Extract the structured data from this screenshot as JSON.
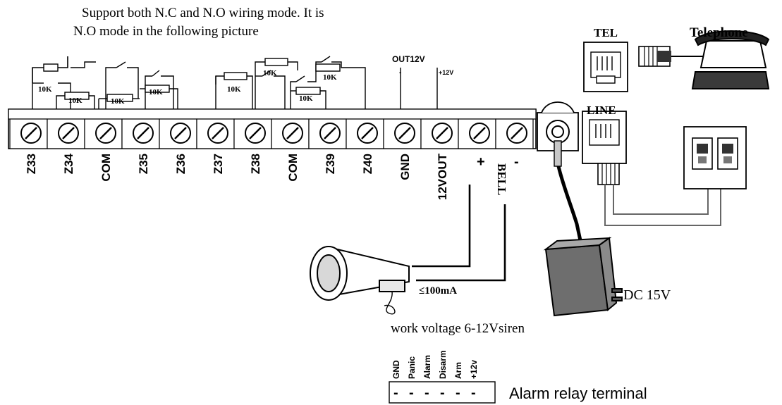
{
  "header": {
    "line1": "Support both N.C and N.O wiring mode. It is",
    "line2": "N.O mode in the following picture"
  },
  "resistor_label": "10K",
  "out12v": {
    "title": "OUT12V",
    "minus": "-",
    "plus": "+12V"
  },
  "terminals": [
    "Z33",
    "Z34",
    "COM",
    "Z35",
    "Z36",
    "Z37",
    "Z38",
    "COM",
    "Z39",
    "Z40",
    "GND",
    "12VOUT",
    "+",
    "-"
  ],
  "bell_label": "BELL",
  "phone": {
    "tel": "TEL",
    "telephone": "Telephone",
    "line": "LINE"
  },
  "power": {
    "dc": "DC 15V"
  },
  "siren": {
    "current": "≤100mA",
    "voltage": "work  voltage 6-12Vsiren"
  },
  "relay": {
    "labels": [
      "GND",
      "Panic",
      "Alarm",
      "Disarm",
      "Arm",
      "+12v"
    ],
    "pins": [
      "-",
      "-",
      "-",
      "-",
      "-",
      "-"
    ],
    "title": "Alarm relay terminal"
  }
}
